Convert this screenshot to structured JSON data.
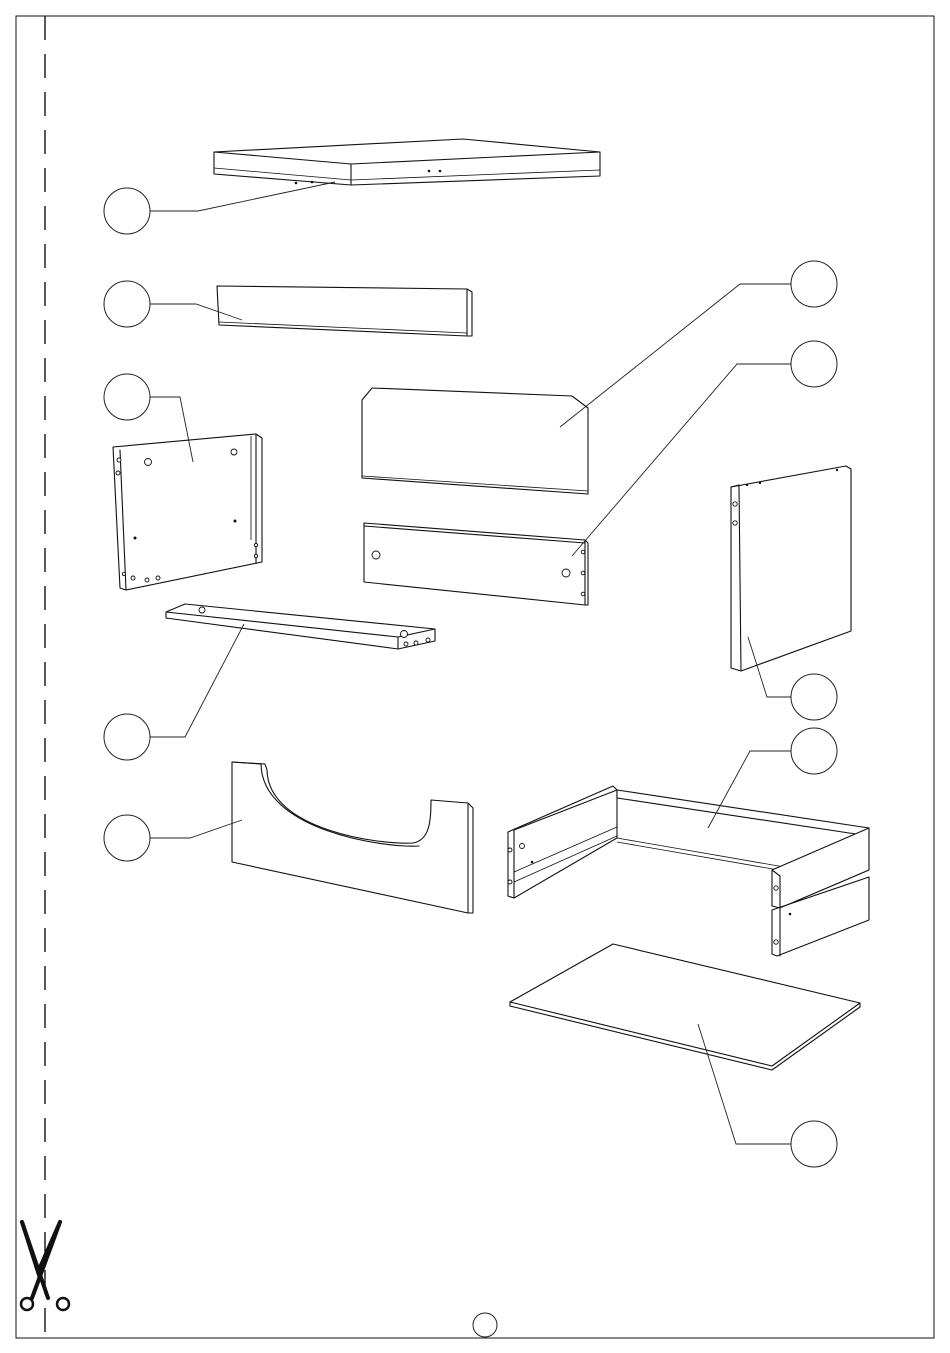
{
  "sheet": {
    "page_number": "",
    "callouts": [
      {
        "part": "top-panel",
        "label": ""
      },
      {
        "part": "front-rail",
        "label": ""
      },
      {
        "part": "left-side-panel",
        "label": ""
      },
      {
        "part": "bottom-rail",
        "label": ""
      },
      {
        "part": "base-plinth",
        "label": ""
      },
      {
        "part": "back-panel",
        "label": ""
      },
      {
        "part": "back-rail",
        "label": ""
      },
      {
        "part": "right-side-panel",
        "label": ""
      },
      {
        "part": "drawer-box",
        "label": ""
      },
      {
        "part": "drawer-bottom",
        "label": ""
      }
    ],
    "cut_line_icon": "scissors-icon"
  }
}
